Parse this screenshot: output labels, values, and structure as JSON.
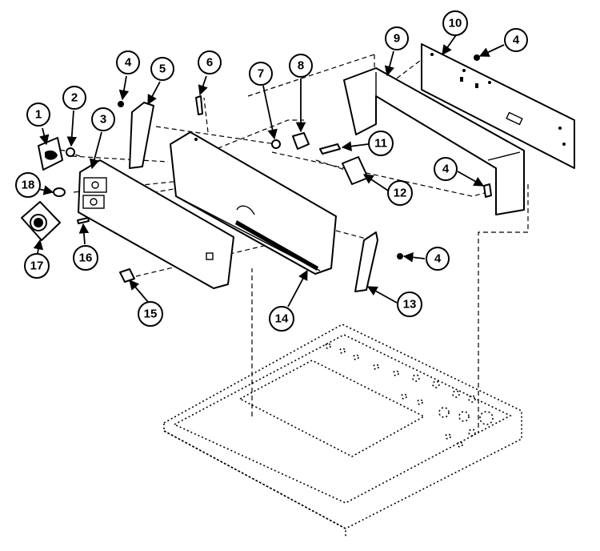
{
  "callouts": {
    "c1": "1",
    "c2": "2",
    "c3": "3",
    "c4a": "4",
    "c4b": "4",
    "c4c": "4",
    "c4d": "4",
    "c5": "5",
    "c6": "6",
    "c7": "7",
    "c8": "8",
    "c9": "9",
    "c10": "10",
    "c11": "11",
    "c12": "12",
    "c13": "13",
    "c14": "14",
    "c15": "15",
    "c16": "16",
    "c17": "17",
    "c18": "18"
  },
  "colors": {
    "line": "#000000",
    "background": "#ffffff"
  }
}
